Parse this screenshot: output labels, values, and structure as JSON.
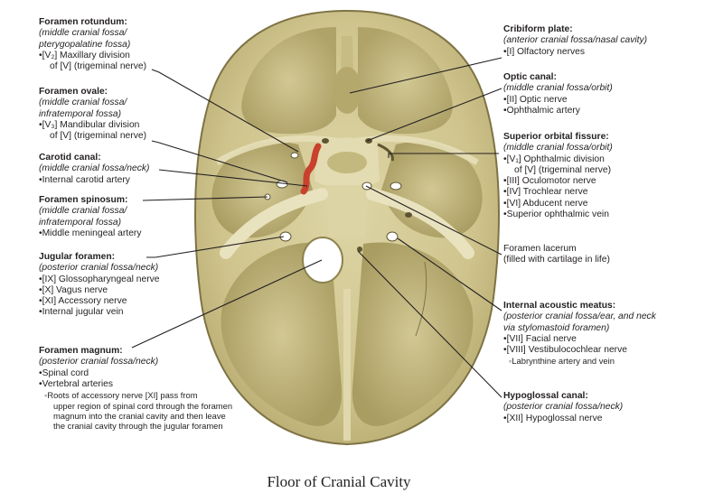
{
  "caption": "Floor of Cranial Cavity",
  "colors": {
    "bone": "#d6cd98",
    "bone_dark": "#8f8553",
    "artery": "#c8412c",
    "leader": "#231f20"
  },
  "left_labels": {
    "rotundum": {
      "title": "Foramen rotundum:",
      "sub1": "(middle cranial fossa/",
      "sub2": "pterygopalatine fossa)",
      "b1": "[V₂] Maxillary division",
      "c1": "of [V] (trigeminal nerve)"
    },
    "ovale": {
      "title": "Foramen ovale:",
      "sub1": "(middle cranial fossa/",
      "sub2": "infratemporal fossa)",
      "b1": "[V₃] Mandibular division",
      "c1": "of [V] (trigeminal nerve)"
    },
    "carotid": {
      "title": "Carotid canal:",
      "sub1": "(middle cranial fossa/neck)",
      "b1": "Internal carotid artery"
    },
    "spinosum": {
      "title": "Foramen spinosum:",
      "sub1": "(middle cranial fossa/",
      "sub2": "infratemporal fossa)",
      "b1": "Middle meningeal artery"
    },
    "jugular": {
      "title": "Jugular foramen:",
      "sub1": "(posterior cranial fossa/neck)",
      "b1": "[IX] Glossopharyngeal nerve",
      "b2": "[X] Vagus nerve",
      "b3": "[XI] Accessory nerve",
      "b4": "Internal jugular vein"
    },
    "magnum": {
      "title": "Foramen magnum:",
      "sub1": "(posterior cranial fossa/neck)",
      "b1": "Spinal cord",
      "b2": "Vertebral arteries",
      "sb1": "Roots of accessory nerve [XI] pass from",
      "sbc1": "upper region of spinal cord through the foramen",
      "sbc2": "magnum into the cranial cavity and then leave",
      "sbc3": "the cranial cavity through the jugular foramen"
    }
  },
  "right_labels": {
    "cribriform": {
      "title": "Cribiform plate:",
      "sub1": "(anterior cranial fossa/nasal cavity)",
      "b1": "[I] Olfactory nerves"
    },
    "optic": {
      "title": "Optic canal:",
      "sub1": "(middle cranial fossa/orbit)",
      "b1": "[II] Optic nerve",
      "b2": "Ophthalmic artery"
    },
    "orbital": {
      "title": "Superior orbital fissure:",
      "sub1": "(middle cranial fossa/orbit)",
      "b1": "[V₁] Ophthalmic division",
      "c1": "of [V] (trigeminal nerve)",
      "b2": "[III] Oculomotor nerve",
      "b3": "[IV] Trochlear nerve",
      "b4": "[VI] Abducent nerve",
      "b5": "Superior ophthalmic vein"
    },
    "lacerum": {
      "p1": "Foramen lacerum",
      "p2": "(filled with cartilage in life)"
    },
    "acoustic": {
      "title": "Internal acoustic meatus:",
      "sub1": "(posterior cranial fossa/ear, and neck",
      "sub2": "via stylomastoid foramen)",
      "b1": "[VII] Facial nerve",
      "b2": "[VIII] Vestibulocochlear nerve",
      "sb1": "Labrynthine artery and vein"
    },
    "hypoglossal": {
      "title": "Hypoglossal canal:",
      "sub1": "(posterior cranial fossa/neck)",
      "b1": "[XII] Hypoglossal nerve"
    }
  }
}
